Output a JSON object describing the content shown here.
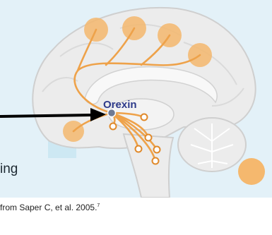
{
  "diagram": {
    "neuron_label": "Orexin",
    "legend_partial_text": "ing",
    "caption_text": "from Saper C, et al. 2005.",
    "caption_ref": "7"
  },
  "colors": {
    "panel_bg": "#e3f1f8",
    "brain_fill": "#ececec",
    "brain_outline": "#cfcfcf",
    "projection_orange": "#eea24a",
    "target_blob": "#f5b86e",
    "neuron_node": "#6f7a94",
    "label_color": "#2d3a8a",
    "arrow_black": "#000000"
  },
  "icons": {
    "neuron": "orexin-neuron-dot",
    "targets": "target-region-blob",
    "arrow": "right-arrow"
  }
}
